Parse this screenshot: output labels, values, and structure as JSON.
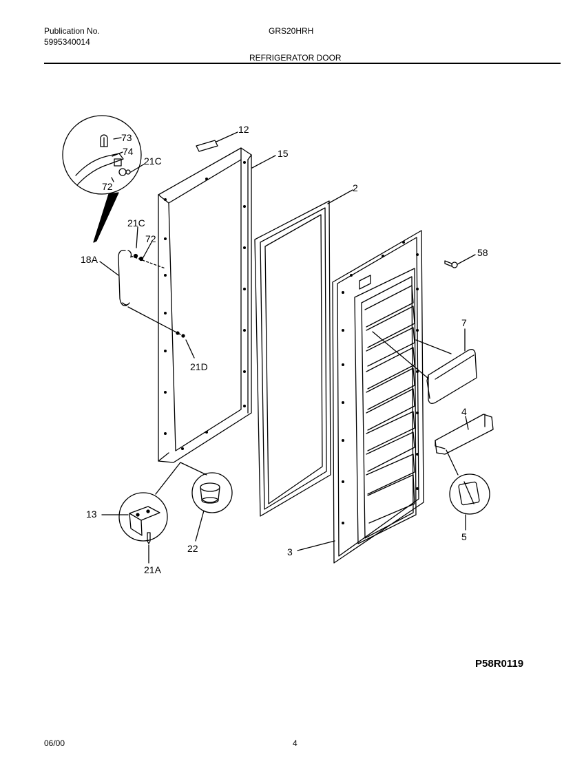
{
  "header": {
    "publication_label": "Publication No.",
    "publication_number": "5995340014",
    "model": "GRS20HRH",
    "section_title": "REFRIGERATOR DOOR"
  },
  "parts": {
    "p12": "12",
    "p15": "15",
    "p2": "2",
    "p73": "73",
    "p74": "74",
    "p21c_detail": "21C",
    "p72_detail": "72",
    "p21c": "21C",
    "p72": "72",
    "p18a": "18A",
    "p21d": "21D",
    "p58": "58",
    "p7": "7",
    "p4": "4",
    "p5": "5",
    "p13": "13",
    "p22": "22",
    "p21a": "21A",
    "p3": "3"
  },
  "diagram_code": "P58R0119",
  "footer": {
    "date": "06/00",
    "page": "4"
  }
}
